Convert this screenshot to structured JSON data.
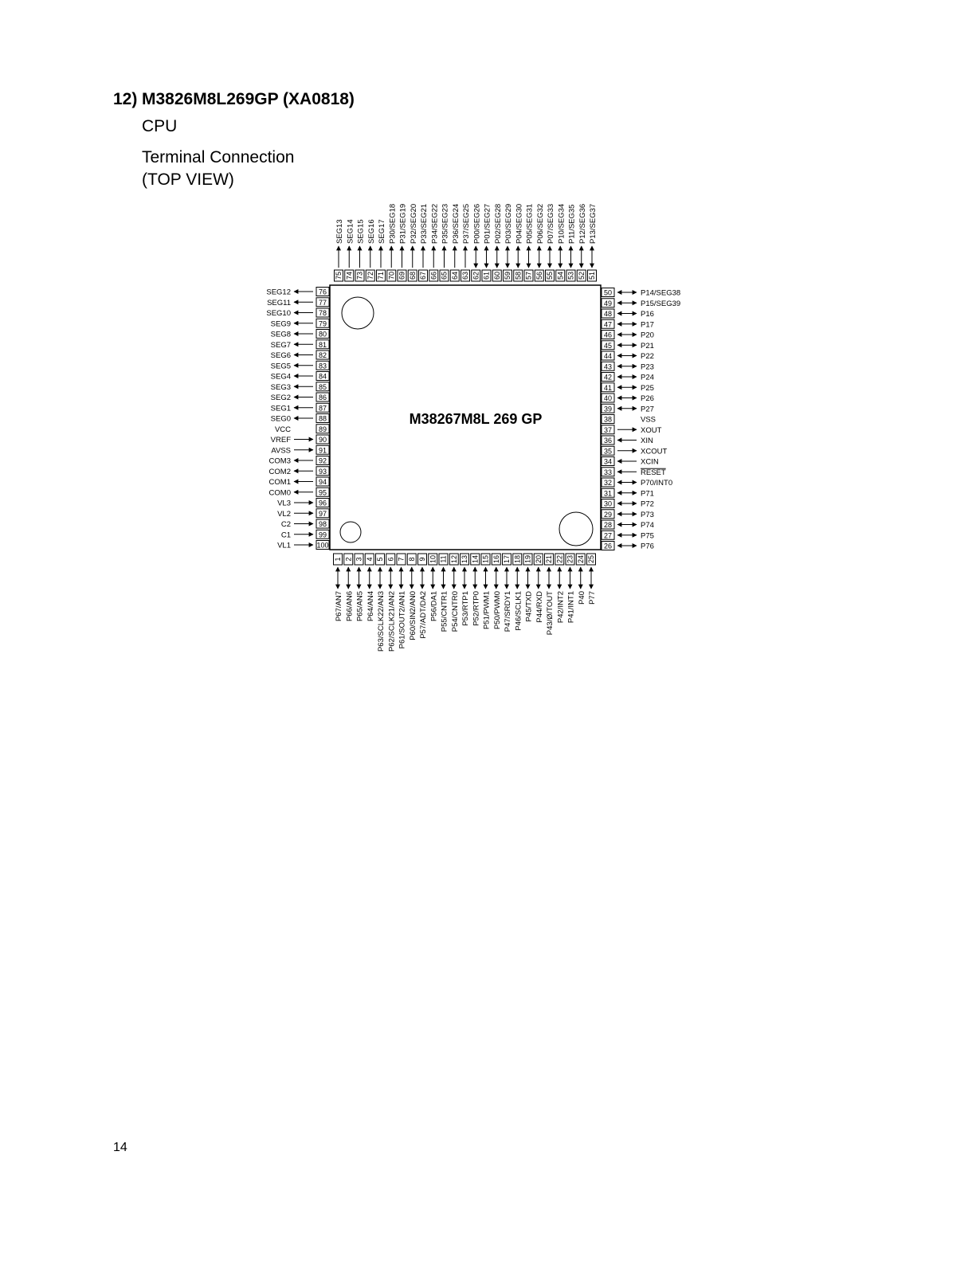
{
  "section": {
    "number": "12)",
    "title": "M3826M8L269GP (XA0818)",
    "subtitle": "CPU",
    "diagram_title_line1": "Terminal Connection",
    "diagram_title_line2": "(TOP VIEW)"
  },
  "chip": {
    "part_label": "M38267M8L 269 GP",
    "pins": [
      {
        "n": "1",
        "name": "P67/AN7",
        "dir": "both"
      },
      {
        "n": "2",
        "name": "P66/AN6",
        "dir": "both"
      },
      {
        "n": "3",
        "name": "P65/AN5",
        "dir": "both"
      },
      {
        "n": "4",
        "name": "P64/AN4",
        "dir": "both"
      },
      {
        "n": "5",
        "name": "P63/SCLK22/AN3",
        "dir": "both"
      },
      {
        "n": "6",
        "name": "P62/SCLK21/AN2",
        "dir": "both"
      },
      {
        "n": "7",
        "name": "P61/SOUT2/AN1",
        "dir": "both"
      },
      {
        "n": "8",
        "name": "P60/SIN2/AN0",
        "dir": "both"
      },
      {
        "n": "9",
        "name": "P57/ADT/DA2",
        "dir": "both"
      },
      {
        "n": "10",
        "name": "P56/DA1",
        "dir": "both"
      },
      {
        "n": "11",
        "name": "P55/CNTR1",
        "dir": "both"
      },
      {
        "n": "12",
        "name": "P54/CNTR0",
        "dir": "both"
      },
      {
        "n": "13",
        "name": "P53/RTP1",
        "dir": "both"
      },
      {
        "n": "14",
        "name": "P52/RTP0",
        "dir": "both"
      },
      {
        "n": "15",
        "name": "P51/PWM1",
        "dir": "both"
      },
      {
        "n": "16",
        "name": "P50/PWM0",
        "dir": "both"
      },
      {
        "n": "17",
        "name": "P47/SRDY1",
        "dir": "both"
      },
      {
        "n": "18",
        "name": "P46/SCLK1",
        "dir": "both"
      },
      {
        "n": "19",
        "name": "P45/TXD",
        "dir": "both"
      },
      {
        "n": "20",
        "name": "P44/RXD",
        "dir": "both"
      },
      {
        "n": "21",
        "name": "P43/Ø/TOUT",
        "dir": "both"
      },
      {
        "n": "22",
        "name": "P42/INT2",
        "dir": "both"
      },
      {
        "n": "23",
        "name": "P41/INT1",
        "dir": "both"
      },
      {
        "n": "24",
        "name": "P40",
        "dir": "both"
      },
      {
        "n": "25",
        "name": "P77",
        "dir": "both"
      },
      {
        "n": "26",
        "name": "P76",
        "dir": "both"
      },
      {
        "n": "27",
        "name": "P75",
        "dir": "both"
      },
      {
        "n": "28",
        "name": "P74",
        "dir": "both"
      },
      {
        "n": "29",
        "name": "P73",
        "dir": "both"
      },
      {
        "n": "30",
        "name": "P72",
        "dir": "both"
      },
      {
        "n": "31",
        "name": "P71",
        "dir": "both"
      },
      {
        "n": "32",
        "name": "P70/INT0",
        "dir": "both"
      },
      {
        "n": "33",
        "name": "RESET",
        "dir": "in",
        "overline": true
      },
      {
        "n": "34",
        "name": "XCIN",
        "dir": "in"
      },
      {
        "n": "35",
        "name": "XCOUT",
        "dir": "out"
      },
      {
        "n": "36",
        "name": "XIN",
        "dir": "in"
      },
      {
        "n": "37",
        "name": "XOUT",
        "dir": "out"
      },
      {
        "n": "38",
        "name": "VSS",
        "dir": "none"
      },
      {
        "n": "39",
        "name": "P27",
        "dir": "both"
      },
      {
        "n": "40",
        "name": "P26",
        "dir": "both"
      },
      {
        "n": "41",
        "name": "P25",
        "dir": "both"
      },
      {
        "n": "42",
        "name": "P24",
        "dir": "both"
      },
      {
        "n": "43",
        "name": "P23",
        "dir": "both"
      },
      {
        "n": "44",
        "name": "P22",
        "dir": "both"
      },
      {
        "n": "45",
        "name": "P21",
        "dir": "both"
      },
      {
        "n": "46",
        "name": "P20",
        "dir": "both"
      },
      {
        "n": "47",
        "name": "P17",
        "dir": "both"
      },
      {
        "n": "48",
        "name": "P16",
        "dir": "both"
      },
      {
        "n": "49",
        "name": "P15/SEG39",
        "dir": "both"
      },
      {
        "n": "50",
        "name": "P14/SEG38",
        "dir": "both"
      },
      {
        "n": "51",
        "name": "P13/SEG37",
        "dir": "both"
      },
      {
        "n": "52",
        "name": "P12/SEG36",
        "dir": "both"
      },
      {
        "n": "53",
        "name": "P11/SEG35",
        "dir": "both"
      },
      {
        "n": "54",
        "name": "P10/SEG34",
        "dir": "both"
      },
      {
        "n": "55",
        "name": "P07/SEG33",
        "dir": "both"
      },
      {
        "n": "56",
        "name": "P06/SEG32",
        "dir": "both"
      },
      {
        "n": "57",
        "name": "P05/SEG31",
        "dir": "both"
      },
      {
        "n": "58",
        "name": "P04/SEG30",
        "dir": "both"
      },
      {
        "n": "59",
        "name": "P03/SEG29",
        "dir": "both"
      },
      {
        "n": "60",
        "name": "P02/SEG28",
        "dir": "both"
      },
      {
        "n": "61",
        "name": "P01/SEG27",
        "dir": "both"
      },
      {
        "n": "62",
        "name": "P00/SEG26",
        "dir": "both"
      },
      {
        "n": "63",
        "name": "P37/SEG25",
        "dir": "out"
      },
      {
        "n": "64",
        "name": "P36/SEG24",
        "dir": "out"
      },
      {
        "n": "65",
        "name": "P35/SEG23",
        "dir": "out"
      },
      {
        "n": "66",
        "name": "P34/SEG22",
        "dir": "out"
      },
      {
        "n": "67",
        "name": "P33/SEG21",
        "dir": "out"
      },
      {
        "n": "68",
        "name": "P32/SEG20",
        "dir": "out"
      },
      {
        "n": "69",
        "name": "P31/SEG19",
        "dir": "out"
      },
      {
        "n": "70",
        "name": "P30/SEG18",
        "dir": "out"
      },
      {
        "n": "71",
        "name": "SEG17",
        "dir": "out"
      },
      {
        "n": "72",
        "name": "SEG16",
        "dir": "out"
      },
      {
        "n": "73",
        "name": "SEG15",
        "dir": "out"
      },
      {
        "n": "74",
        "name": "SEG14",
        "dir": "out"
      },
      {
        "n": "75",
        "name": "SEG13",
        "dir": "out"
      },
      {
        "n": "76",
        "name": "SEG12",
        "dir": "out"
      },
      {
        "n": "77",
        "name": "SEG11",
        "dir": "out"
      },
      {
        "n": "78",
        "name": "SEG10",
        "dir": "out"
      },
      {
        "n": "79",
        "name": "SEG9",
        "dir": "out"
      },
      {
        "n": "80",
        "name": "SEG8",
        "dir": "out"
      },
      {
        "n": "81",
        "name": "SEG7",
        "dir": "out"
      },
      {
        "n": "82",
        "name": "SEG6",
        "dir": "out"
      },
      {
        "n": "83",
        "name": "SEG5",
        "dir": "out"
      },
      {
        "n": "84",
        "name": "SEG4",
        "dir": "out"
      },
      {
        "n": "85",
        "name": "SEG3",
        "dir": "out"
      },
      {
        "n": "86",
        "name": "SEG2",
        "dir": "out"
      },
      {
        "n": "87",
        "name": "SEG1",
        "dir": "out"
      },
      {
        "n": "88",
        "name": "SEG0",
        "dir": "out"
      },
      {
        "n": "89",
        "name": "VCC",
        "dir": "none"
      },
      {
        "n": "90",
        "name": "VREF",
        "dir": "in"
      },
      {
        "n": "91",
        "name": "AVSS",
        "dir": "in"
      },
      {
        "n": "92",
        "name": "COM3",
        "dir": "out"
      },
      {
        "n": "93",
        "name": "COM2",
        "dir": "out"
      },
      {
        "n": "94",
        "name": "COM1",
        "dir": "out"
      },
      {
        "n": "95",
        "name": "COM0",
        "dir": "out"
      },
      {
        "n": "96",
        "name": "VL3",
        "dir": "in"
      },
      {
        "n": "97",
        "name": "VL2",
        "dir": "in"
      },
      {
        "n": "98",
        "name": "C2",
        "dir": "in"
      },
      {
        "n": "99",
        "name": "C1",
        "dir": "in"
      },
      {
        "n": "100",
        "name": "VL1",
        "dir": "in"
      }
    ]
  },
  "page_number": "14"
}
